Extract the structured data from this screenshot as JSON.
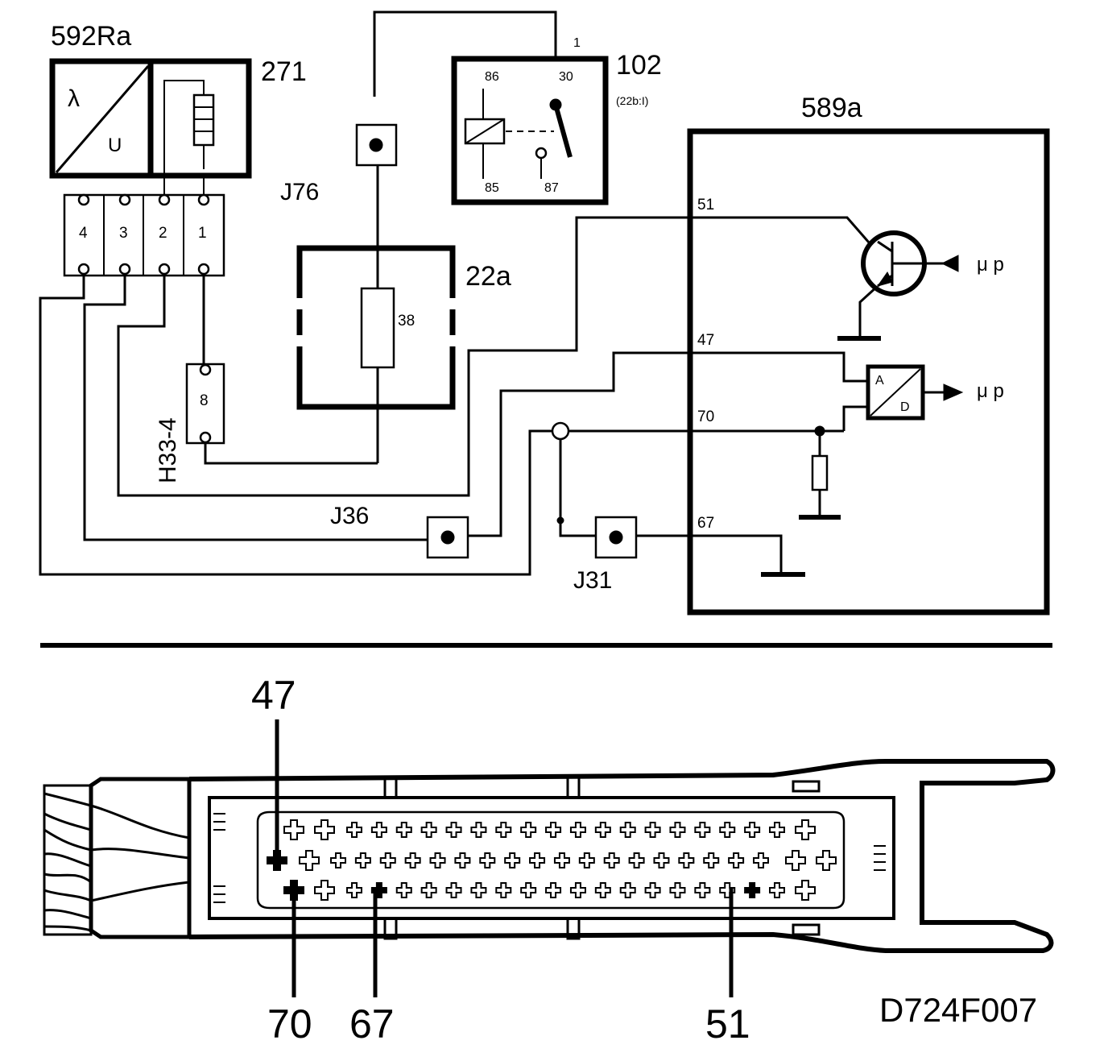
{
  "components": {
    "lambda_sensor": {
      "id": "592Ra",
      "lambda_symbol": "λ",
      "u_symbol": "U"
    },
    "heater": {
      "id": "271"
    },
    "relay": {
      "id": "102",
      "sub": "(22b:I)",
      "pin_top": "1",
      "pin_86": "86",
      "pin_30": "30",
      "pin_85": "85",
      "pin_87": "87"
    },
    "fuse_box": {
      "id": "22a",
      "fuse": "38"
    },
    "ecu": {
      "id": "589a",
      "pin_51": "51",
      "pin_47": "47",
      "pin_70": "70",
      "pin_67": "67",
      "ad_a": "A",
      "ad_d": "D",
      "mu_p_1": "μ p",
      "mu_p_2": "μ p"
    },
    "connector_4pin": {
      "pins": [
        "4",
        "3",
        "2",
        "1"
      ]
    },
    "connector_h33": {
      "id": "H33-4",
      "pin": "8"
    }
  },
  "junctions": {
    "j76": "J76",
    "j36": "J36",
    "j31": "J31"
  },
  "ecu_connector": {
    "label_47": "47",
    "label_70": "70",
    "label_67": "67",
    "label_51": "51"
  },
  "figure_code": "D724F007"
}
